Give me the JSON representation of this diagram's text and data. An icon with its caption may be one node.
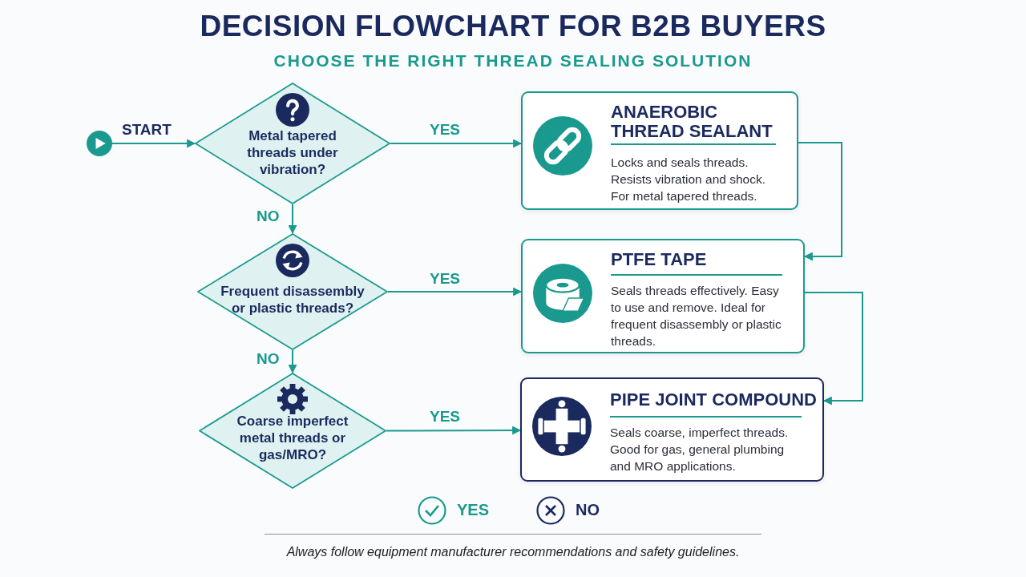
{
  "diagram": {
    "title": "DECISION FLOWCHART FOR B2B BUYERS",
    "nodes": [
      {
        "text": [],
        "shape": "circle"
      },
      {
        "text": [
          "Metal tapered threads under vibration?"
        ]
      },
      {
        "text": [
          "Frequent disassembly or plastic threads?"
        ]
      },
      {
        "text": [
          "Coarse imperfect metal threads or gas/MRO?"
        ]
      },
      {
        "text": [
          "ANAEROBIC THREAD SEALANT",
          "Locks and seals threads. Resists vibration and shock. For metal tapered threads."
        ]
      },
      {
        "text": [
          "PTFE TAPE",
          "Seals threads effectively. Easy to use and remove. Ideal for frequent disassembly or plastic threads."
        ]
      },
      {
        "text": [
          "PIPE JOINT COMPOUND",
          "Seals coarse, imperfect threads. Good for gas, general plumbing and MRO applications."
        ]
      }
    ],
    "edges": [
      {
        "from": 0,
        "to": 1,
        "arrow": "to",
        "label": "START"
      },
      {
        "from": 1,
        "to": 4,
        "arrow": "to",
        "label": "YES"
      },
      {
        "from": 1,
        "to": 2,
        "arrow": "to",
        "label": "NO"
      },
      {
        "from": 2,
        "to": 5,
        "arrow": "to",
        "label": "YES"
      },
      {
        "from": 2,
        "to": 3,
        "arrow": "to",
        "label": "NO"
      },
      {
        "from": 3,
        "to": 6,
        "arrow": "to",
        "label": "YES"
      },
      {
        "from": 4,
        "to": 5,
        "arrow": "to"
      },
      {
        "from": 5,
        "to": 6,
        "arrow": "to"
      }
    ],
    "labels": [
      "CHOOSE THE RIGHT THREAD SEALING SOLUTION",
      "Always follow equipment manufacturer recommendations and safety guidelines."
    ],
    "legend": [
      {
        "text": "YES"
      },
      {
        "text": "NO"
      }
    ]
  }
}
